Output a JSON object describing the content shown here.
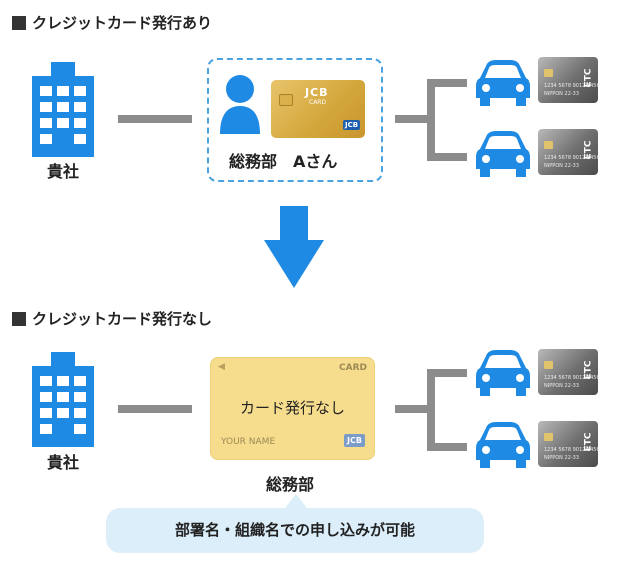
{
  "top": {
    "title": "クレジットカード発行あり",
    "company_label": "貴社",
    "person_label": "総務部　Aさん",
    "jcb_card": {
      "brand": "JCB",
      "sub": "CARD",
      "logo": "JCB"
    },
    "etc_card": {
      "label": "ETC",
      "line1": "1234 5678 9012 3456",
      "line2": "NIPPON 22-33"
    }
  },
  "bottom": {
    "title": "クレジットカード発行なし",
    "company_label": "貴社",
    "card": {
      "top_right": "CARD",
      "main": "カード発行なし",
      "name": "YOUR NAME",
      "logo": "JCB"
    },
    "dept_label": "総務部",
    "note": "部署名・組織名での申し込みが可能",
    "etc_card": {
      "label": "ETC",
      "line1": "1234 5678 9012 3456",
      "line2": "NIPPON 22-33"
    }
  },
  "colors": {
    "blue": "#1f8ae3",
    "gray": "#8c8c8c",
    "gold": "#f6dc8d",
    "note_bg": "#dbeefa"
  }
}
